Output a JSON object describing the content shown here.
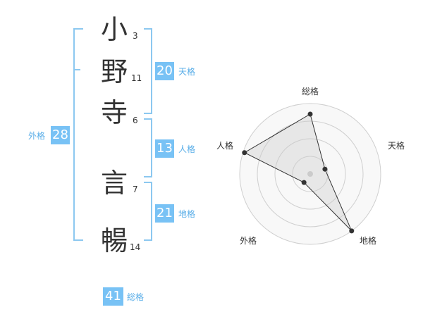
{
  "name_chars": [
    {
      "char": "小",
      "strokes": "3"
    },
    {
      "char": "野",
      "strokes": "11"
    },
    {
      "char": "寺",
      "strokes": "6"
    },
    {
      "char": "言",
      "strokes": "7"
    },
    {
      "char": "暢",
      "strokes": "14"
    }
  ],
  "kakusu": {
    "tenkaku": {
      "value": "20",
      "label": "天格"
    },
    "jinkaku": {
      "value": "13",
      "label": "人格"
    },
    "chikaku": {
      "value": "21",
      "label": "地格"
    },
    "gaikaku": {
      "value": "28",
      "label": "外格"
    },
    "soukaku": {
      "value": "41",
      "label": "総格"
    }
  },
  "radar": {
    "axes": [
      "総格",
      "天格",
      "地格",
      "外格",
      "人格"
    ],
    "levels": 4,
    "values": [
      0.85,
      0.22,
      1.0,
      0.15,
      0.98
    ],
    "colors": {
      "grid": "#cfcfcf",
      "fill": "#ececec",
      "line": "#333333",
      "dot": "#333333",
      "center": "#cccccc"
    }
  }
}
